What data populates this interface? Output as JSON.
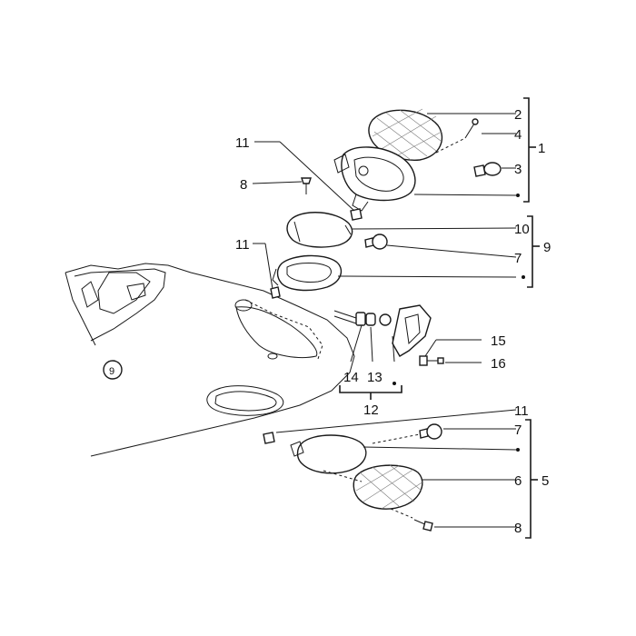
{
  "colors": {
    "line": "#1a1a1a",
    "text": "#111111",
    "background": "#ffffff"
  },
  "callouts": {
    "c1": "1",
    "c2": "2",
    "c3": "3",
    "c4": "4",
    "c5": "5",
    "c6": "6",
    "c7_top": "7",
    "c7_bottom": "7",
    "c8_top": "8",
    "c8_bottom": "8",
    "c9_group": "9",
    "c9_body": "9",
    "c10": "10",
    "c11_top": "11",
    "c11_mid": "11",
    "c11_bottom": "11",
    "c12": "12",
    "c13": "13",
    "c14": "14",
    "c15": "15",
    "c16": "16"
  }
}
